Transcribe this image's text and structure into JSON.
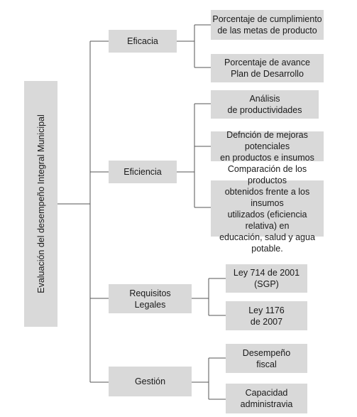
{
  "root": {
    "label": "Evaluación del desempeño Integral Municipal"
  },
  "branches": [
    {
      "label": "Eficacia",
      "children": [
        "Porcentaje de cumplimiento\nde las metas de producto",
        "Porcentaje de avance\nPlan de Desarrollo"
      ]
    },
    {
      "label": "Eficiencia",
      "children": [
        "Análisis\nde productividades",
        "Defnción de mejoras potenciales\nen productos e insumos",
        "Comparación de los productos\nobtenidos frente a los insumos\nutilizados (eficiencia relativa) en\neducación, salud y agua potable."
      ]
    },
    {
      "label": "Requisitos\nLegales",
      "children": [
        "Ley 714 de 2001\n(SGP)",
        "Ley 1176\nde 2007"
      ]
    },
    {
      "label": "Gestión",
      "children": [
        "Desempeño\nfiscal",
        "Capacidad\nadministravia"
      ]
    }
  ]
}
